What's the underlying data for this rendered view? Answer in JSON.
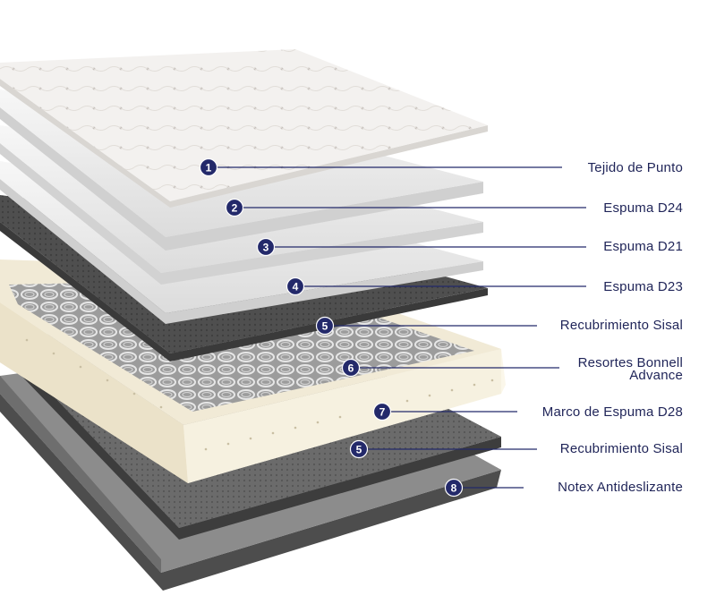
{
  "colors": {
    "marker": "#23296a",
    "leader": "#23296a",
    "label_text": "#1f2458"
  },
  "layers": [
    {
      "number": "1",
      "label": "Tejido de Punto"
    },
    {
      "number": "2",
      "label": "Espuma D24"
    },
    {
      "number": "3",
      "label": "Espuma D21"
    },
    {
      "number": "4",
      "label": "Espuma D23"
    },
    {
      "number": "5",
      "label": "Recubrimiento Sisal"
    },
    {
      "number": "6",
      "label_line1": "Resortes Bonnell",
      "label_line2": "Advance"
    },
    {
      "number": "7",
      "label": "Marco de Espuma D28"
    },
    {
      "number": "5",
      "label": "Recubrimiento Sisal"
    },
    {
      "number": "8",
      "label": "Notex Antideslizante"
    }
  ]
}
